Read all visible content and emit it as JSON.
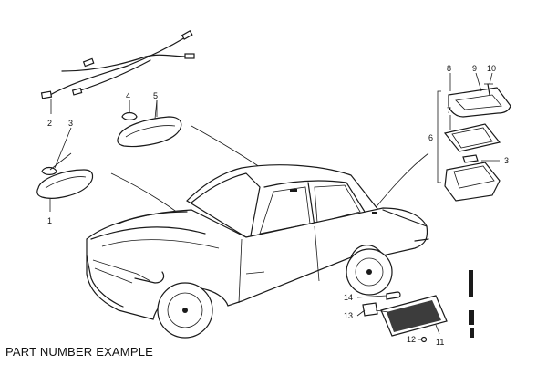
{
  "caption": "PART NUMBER EXAMPLE",
  "callouts": [
    {
      "id": "2",
      "label": "2"
    },
    {
      "id": "3a",
      "label": "3"
    },
    {
      "id": "1",
      "label": "1"
    },
    {
      "id": "4",
      "label": "4"
    },
    {
      "id": "5",
      "label": "5"
    },
    {
      "id": "8",
      "label": "8"
    },
    {
      "id": "9",
      "label": "9"
    },
    {
      "id": "10",
      "label": "10"
    },
    {
      "id": "7",
      "label": "7"
    },
    {
      "id": "6",
      "label": "6"
    },
    {
      "id": "3b",
      "label": "3"
    },
    {
      "id": "14",
      "label": "14"
    },
    {
      "id": "13",
      "label": "13"
    },
    {
      "id": "12",
      "label": "12"
    },
    {
      "id": "11",
      "label": "11"
    }
  ]
}
